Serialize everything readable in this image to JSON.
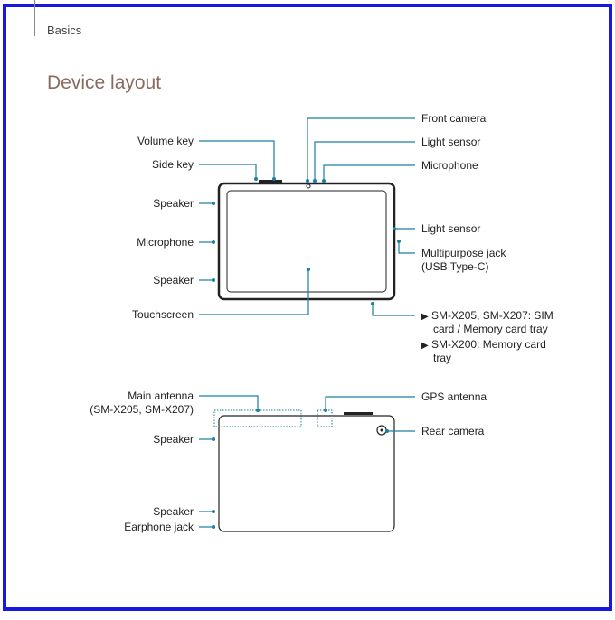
{
  "header": {
    "section": "Basics"
  },
  "title": "Device layout",
  "front": {
    "labels_left": {
      "volume_key": "Volume key",
      "side_key": "Side key",
      "speaker_top": "Speaker",
      "microphone": "Microphone",
      "speaker_bottom": "Speaker",
      "touchscreen": "Touchscreen"
    },
    "labels_right": {
      "front_camera": "Front camera",
      "light_sensor_top": "Light sensor",
      "microphone": "Microphone",
      "light_sensor_side": "Light sensor",
      "multipurpose_jack": "Multipurpose jack",
      "multipurpose_jack_note": "(USB Type-C)"
    },
    "tray_notes": [
      {
        "bullet": "▶",
        "line1": "SM-X205, SM-X207: SIM",
        "line2": "card / Memory card tray"
      },
      {
        "bullet": "▶",
        "line1": "SM-X200: Memory card",
        "line2": "tray"
      }
    ]
  },
  "back": {
    "labels_left": {
      "main_antenna": "Main antenna",
      "main_antenna_note": "(SM-X205, SM-X207)",
      "speaker_top": "Speaker",
      "speaker_bottom": "Speaker",
      "earphone_jack": "Earphone jack"
    },
    "labels_right": {
      "gps_antenna": "GPS antenna",
      "rear_camera": "Rear camera"
    }
  },
  "colors": {
    "frame": "#1818e0",
    "accent_line": "#1a7fa0",
    "title": "#8b6a60"
  }
}
